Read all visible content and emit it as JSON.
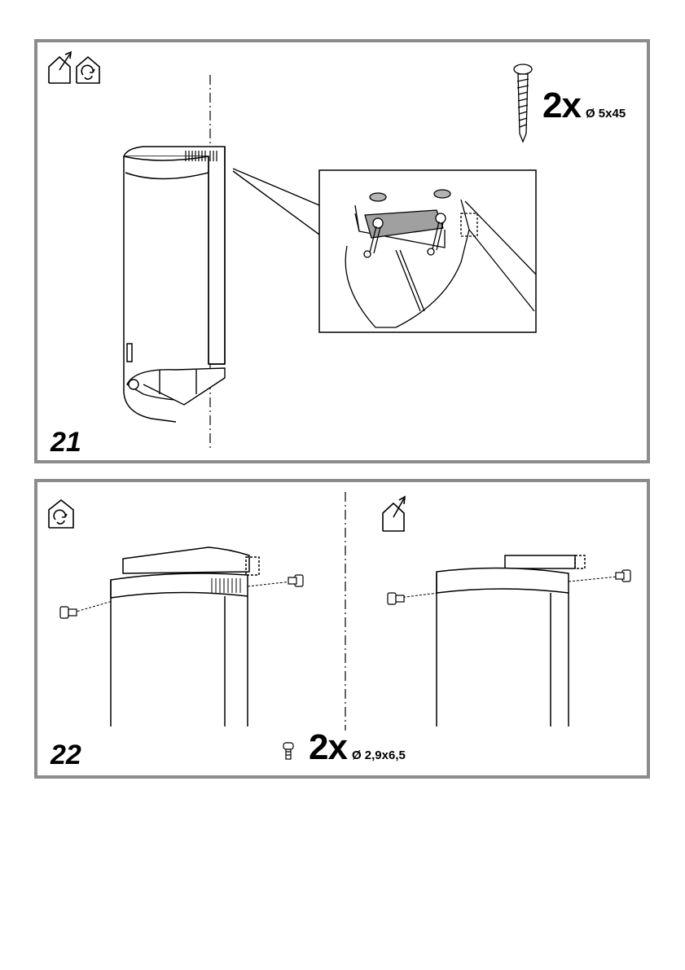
{
  "steps": [
    {
      "number": "21",
      "icons": [
        "ducted-mode-icon",
        "recirculation-mode-icon"
      ],
      "fastener": {
        "quantity": "2x",
        "size": "Ø 5x45",
        "icon": "long-screw-icon"
      }
    },
    {
      "number": "22",
      "icons": [
        "recirculation-mode-icon",
        "ducted-mode-icon"
      ],
      "fastener": {
        "quantity": "2x",
        "size": "Ø 2,9x6,5",
        "icon": "short-screw-icon"
      }
    }
  ]
}
